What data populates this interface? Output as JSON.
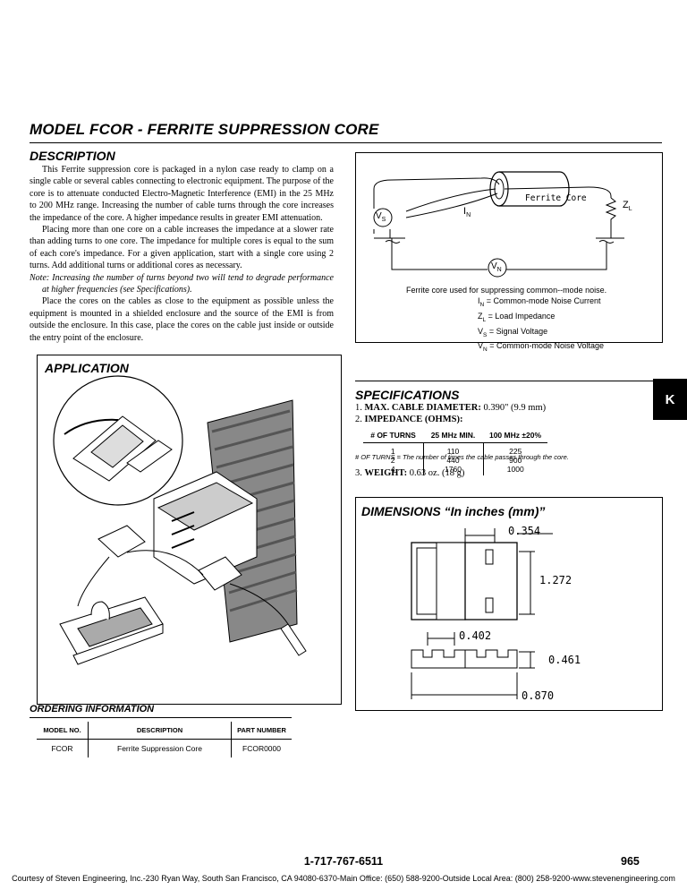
{
  "title": "MODEL FCOR - FERRITE SUPPRESSION CORE",
  "description": {
    "heading": "DESCRIPTION",
    "paragraphs": [
      "This Ferrite suppression core is packaged in a nylon case ready to clamp on a single cable or several cables connecting to electronic equipment. The purpose of the core is to attenuate conducted Electro-Magnetic Interference (EMI) in the 25 MHz to 200 MHz range. Increasing the number of cable turns through the core increases the impedance of the core. A higher impedance results in greater EMI attenuation.",
      "Placing more than one core on a cable increases the impedance at a slower rate than adding turns to one core. The impedance for multiple cores is equal to the sum of each core's impedance. For a given application, start with a single core using 2 turns. Add additional turns or additional cores as necessary."
    ],
    "note": "Note: Increasing the number of turns beyond two will tend to degrade performance at higher frequencies (see Specifications).",
    "paragraph_last": "Place the cores on the cables as close to the equipment as possible unless the equipment is mounted in a shielded enclosure and the source of the EMI is from outside the enclosure. In this case, place the cores on the cable just inside or outside the entry point of the enclosure."
  },
  "diagram": {
    "ferrite_label": "Ferrite Core",
    "vs": "V",
    "vs_sub": "S",
    "in": "I",
    "in_sub": "N",
    "zl": "Z",
    "zl_sub": "L",
    "vn": "V",
    "vn_sub": "N",
    "caption": "Ferrite core used for suppressing common--mode noise.",
    "legend": [
      {
        "sym": "I",
        "sub": "N",
        "text": " = Common-mode Noise Current"
      },
      {
        "sym": "Z",
        "sub": "L",
        "text": " = Load Impedance"
      },
      {
        "sym": "V",
        "sub": "S",
        "text": " = Signal Voltage"
      },
      {
        "sym": "V",
        "sub": "N",
        "text": " = Common-mode Noise Voltage"
      }
    ]
  },
  "application": {
    "heading": "APPLICATION"
  },
  "side_tab": "K",
  "specifications": {
    "heading": "SPECIFICATIONS",
    "items": [
      {
        "num": "1. ",
        "label": "MAX. CABLE DIAMETER:",
        "value": " 0.390\" (9.9 mm)"
      },
      {
        "num": "2. ",
        "label": "IMPEDANCE (OHMS):",
        "value": ""
      },
      {
        "num": "3. ",
        "label": "WEIGHT:",
        "value": " 0.63 oz. (18 g)"
      }
    ],
    "table": {
      "headers": [
        "# OF TURNS",
        "25 MHz MIN.",
        "100 MHz ±20%"
      ],
      "rows": [
        [
          "1",
          "110",
          "225"
        ],
        [
          "2",
          "440",
          "900"
        ],
        [
          "4",
          "1760",
          "1000"
        ]
      ]
    },
    "table_note": "# OF TURNS = The number of times the cable passes through the core."
  },
  "dimensions": {
    "heading": "DIMENSIONS  “In inches (mm)”",
    "labels": [
      "0.354",
      "1.272",
      "0.402",
      "0.461",
      "0.870"
    ]
  },
  "ordering": {
    "heading": "ORDERING INFORMATION",
    "headers": [
      "MODEL NO.",
      "DESCRIPTION",
      "PART NUMBER"
    ],
    "row": [
      "FCOR",
      "Ferrite Suppression Core",
      "FCOR0000"
    ]
  },
  "footer": {
    "phone": "1-717-767-6511",
    "page": "965",
    "courtesy": "Courtesy of Steven Engineering, Inc.-230 Ryan Way, South San Francisco, CA 94080-6370-Main Office: (650) 588-9200-Outside Local Area: (800) 258-9200-www.stevenengineering.com"
  }
}
